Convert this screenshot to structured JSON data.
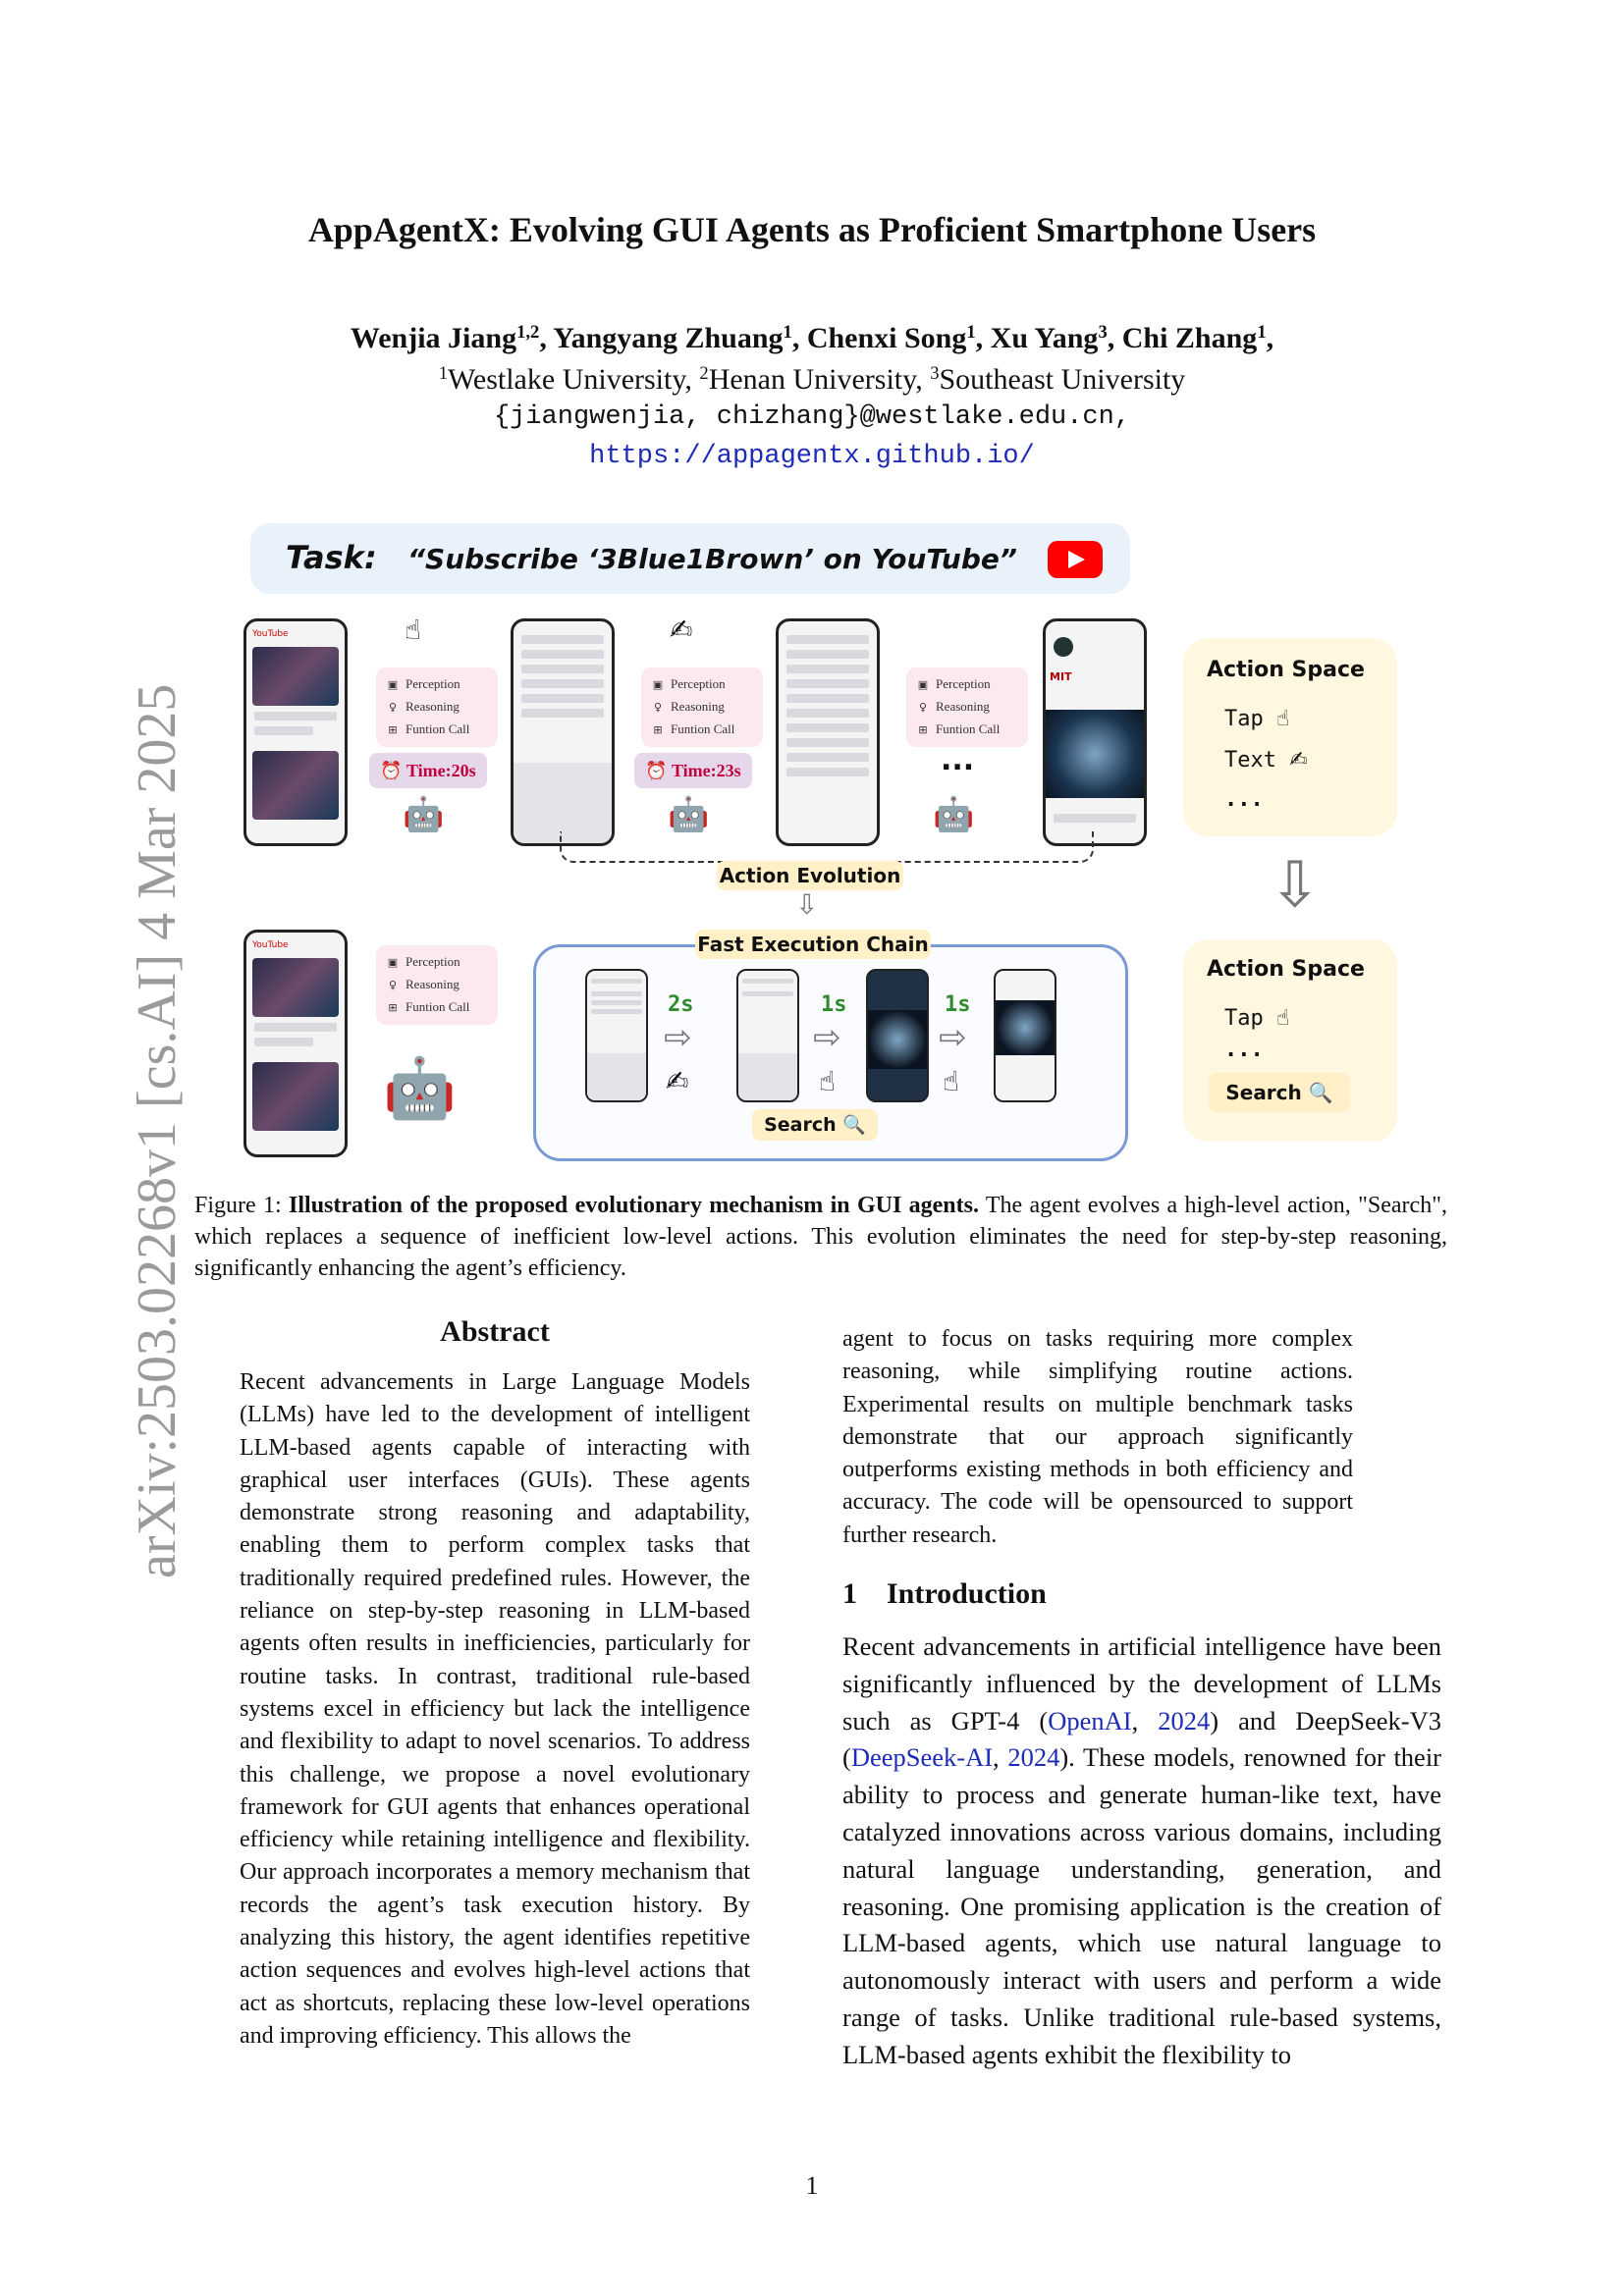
{
  "side_stamp": "arXiv:2503.02268v1  [cs.AI]  4 Mar 2025",
  "title": "AppAgentX: Evolving GUI Agents as Proficient Smartphone Users",
  "authors": [
    {
      "name": "Wenjia Jiang",
      "sup": "1,2",
      "sep": ", "
    },
    {
      "name": "Yangyang Zhuang",
      "sup": "1",
      "sep": ", "
    },
    {
      "name": "Chenxi Song",
      "sup": "1",
      "sep": ", "
    },
    {
      "name": "Xu Yang",
      "sup": "3",
      "sep": ", "
    },
    {
      "name": "Chi Zhang",
      "sup": "1",
      "sep": ","
    }
  ],
  "affiliations": [
    {
      "sup": "1",
      "name": "Westlake University",
      "sep": ", "
    },
    {
      "sup": "2",
      "name": "Henan University",
      "sep": ", "
    },
    {
      "sup": "3",
      "name": "Southeast University",
      "sep": ""
    }
  ],
  "emails": "{jiangwenjia, chizhang}@westlake.edu.cn,",
  "url": "https://appagentx.github.io/",
  "figure": {
    "task_label": "Task:",
    "task_text": "“Subscribe ‘3Blue1Brown’ on YouTube”",
    "card_items": [
      "Perception",
      "Reasoning",
      "Funtion Call"
    ],
    "time_1": "Time:20s",
    "time_2": "Time:23s",
    "ellipsis": "...",
    "action_evolution": "Action Evolution",
    "fast_chain": "Fast Execution Chain",
    "step_time_1": "2s",
    "step_time_2": "1s",
    "step_time_3": "1s",
    "search_label": "Search",
    "action_space_title": "Action Space",
    "action_space_top": [
      "Tap",
      "Text",
      "..."
    ],
    "action_space_bottom": [
      "Tap",
      "...",
      "Search"
    ],
    "youtube_label": "YouTube",
    "brand_label": "MIT"
  },
  "caption": {
    "label": "Figure 1: ",
    "bold": "Illustration of the proposed evolutionary mechanism in GUI agents.",
    "rest": " The agent evolves a high-level action, \"Search\", which replaces a sequence of inefficient low-level actions. This evolution eliminates the need for step-by-step reasoning, significantly enhancing the agent’s efficiency."
  },
  "abstract": {
    "heading": "Abstract",
    "text_left": "Recent advancements in Large Language Models (LLMs) have led to the development of intelligent LLM-based agents capable of interacting with graphical user interfaces (GUIs). These agents demonstrate strong reasoning and adaptability, enabling them to perform complex tasks that traditionally required predefined rules. However, the reliance on step-by-step reasoning in LLM-based agents often results in inefficiencies, particularly for routine tasks. In contrast, traditional rule-based systems excel in efficiency but lack the intelligence and flexibility to adapt to novel scenarios. To address this challenge, we propose a novel evolutionary framework for GUI agents that enhances operational efficiency while retaining intelligence and flexibility. Our approach incorporates a memory mechanism that records the agent’s task execution history. By analyzing this history, the agent identifies repetitive action sequences and evolves high-level actions that act as shortcuts, replacing these low-level operations and improving efficiency. This allows the",
    "text_right": "agent to focus on tasks requiring more complex reasoning, while simplifying routine actions. Experimental results on multiple benchmark tasks demonstrate that our approach significantly outperforms existing methods in both efficiency and accuracy. The code will be opensourced to support further research."
  },
  "intro": {
    "heading": "1    Introduction",
    "p1": "Recent advancements in artificial intelligence have been significantly influenced by the development of LLMs such as GPT-4 (",
    "cite1_name": "OpenAI",
    "cite1_sep": ", ",
    "cite1_year": "2024",
    "p2": ") and DeepSeek-V3 (",
    "cite2_name": "DeepSeek-AI",
    "cite2_sep": ", ",
    "cite2_year": "2024",
    "p3": "). These models, renowned for their ability to process and generate human-like text, have catalyzed innovations across various domains, including natural language understanding, generation, and reasoning.  One promising application is the creation of LLM-based agents, which use natural language to autonomously interact with users and perform a wide range of tasks.  Unlike traditional rule-based systems, LLM-based agents exhibit the flexibility to"
  },
  "page_number": "1"
}
